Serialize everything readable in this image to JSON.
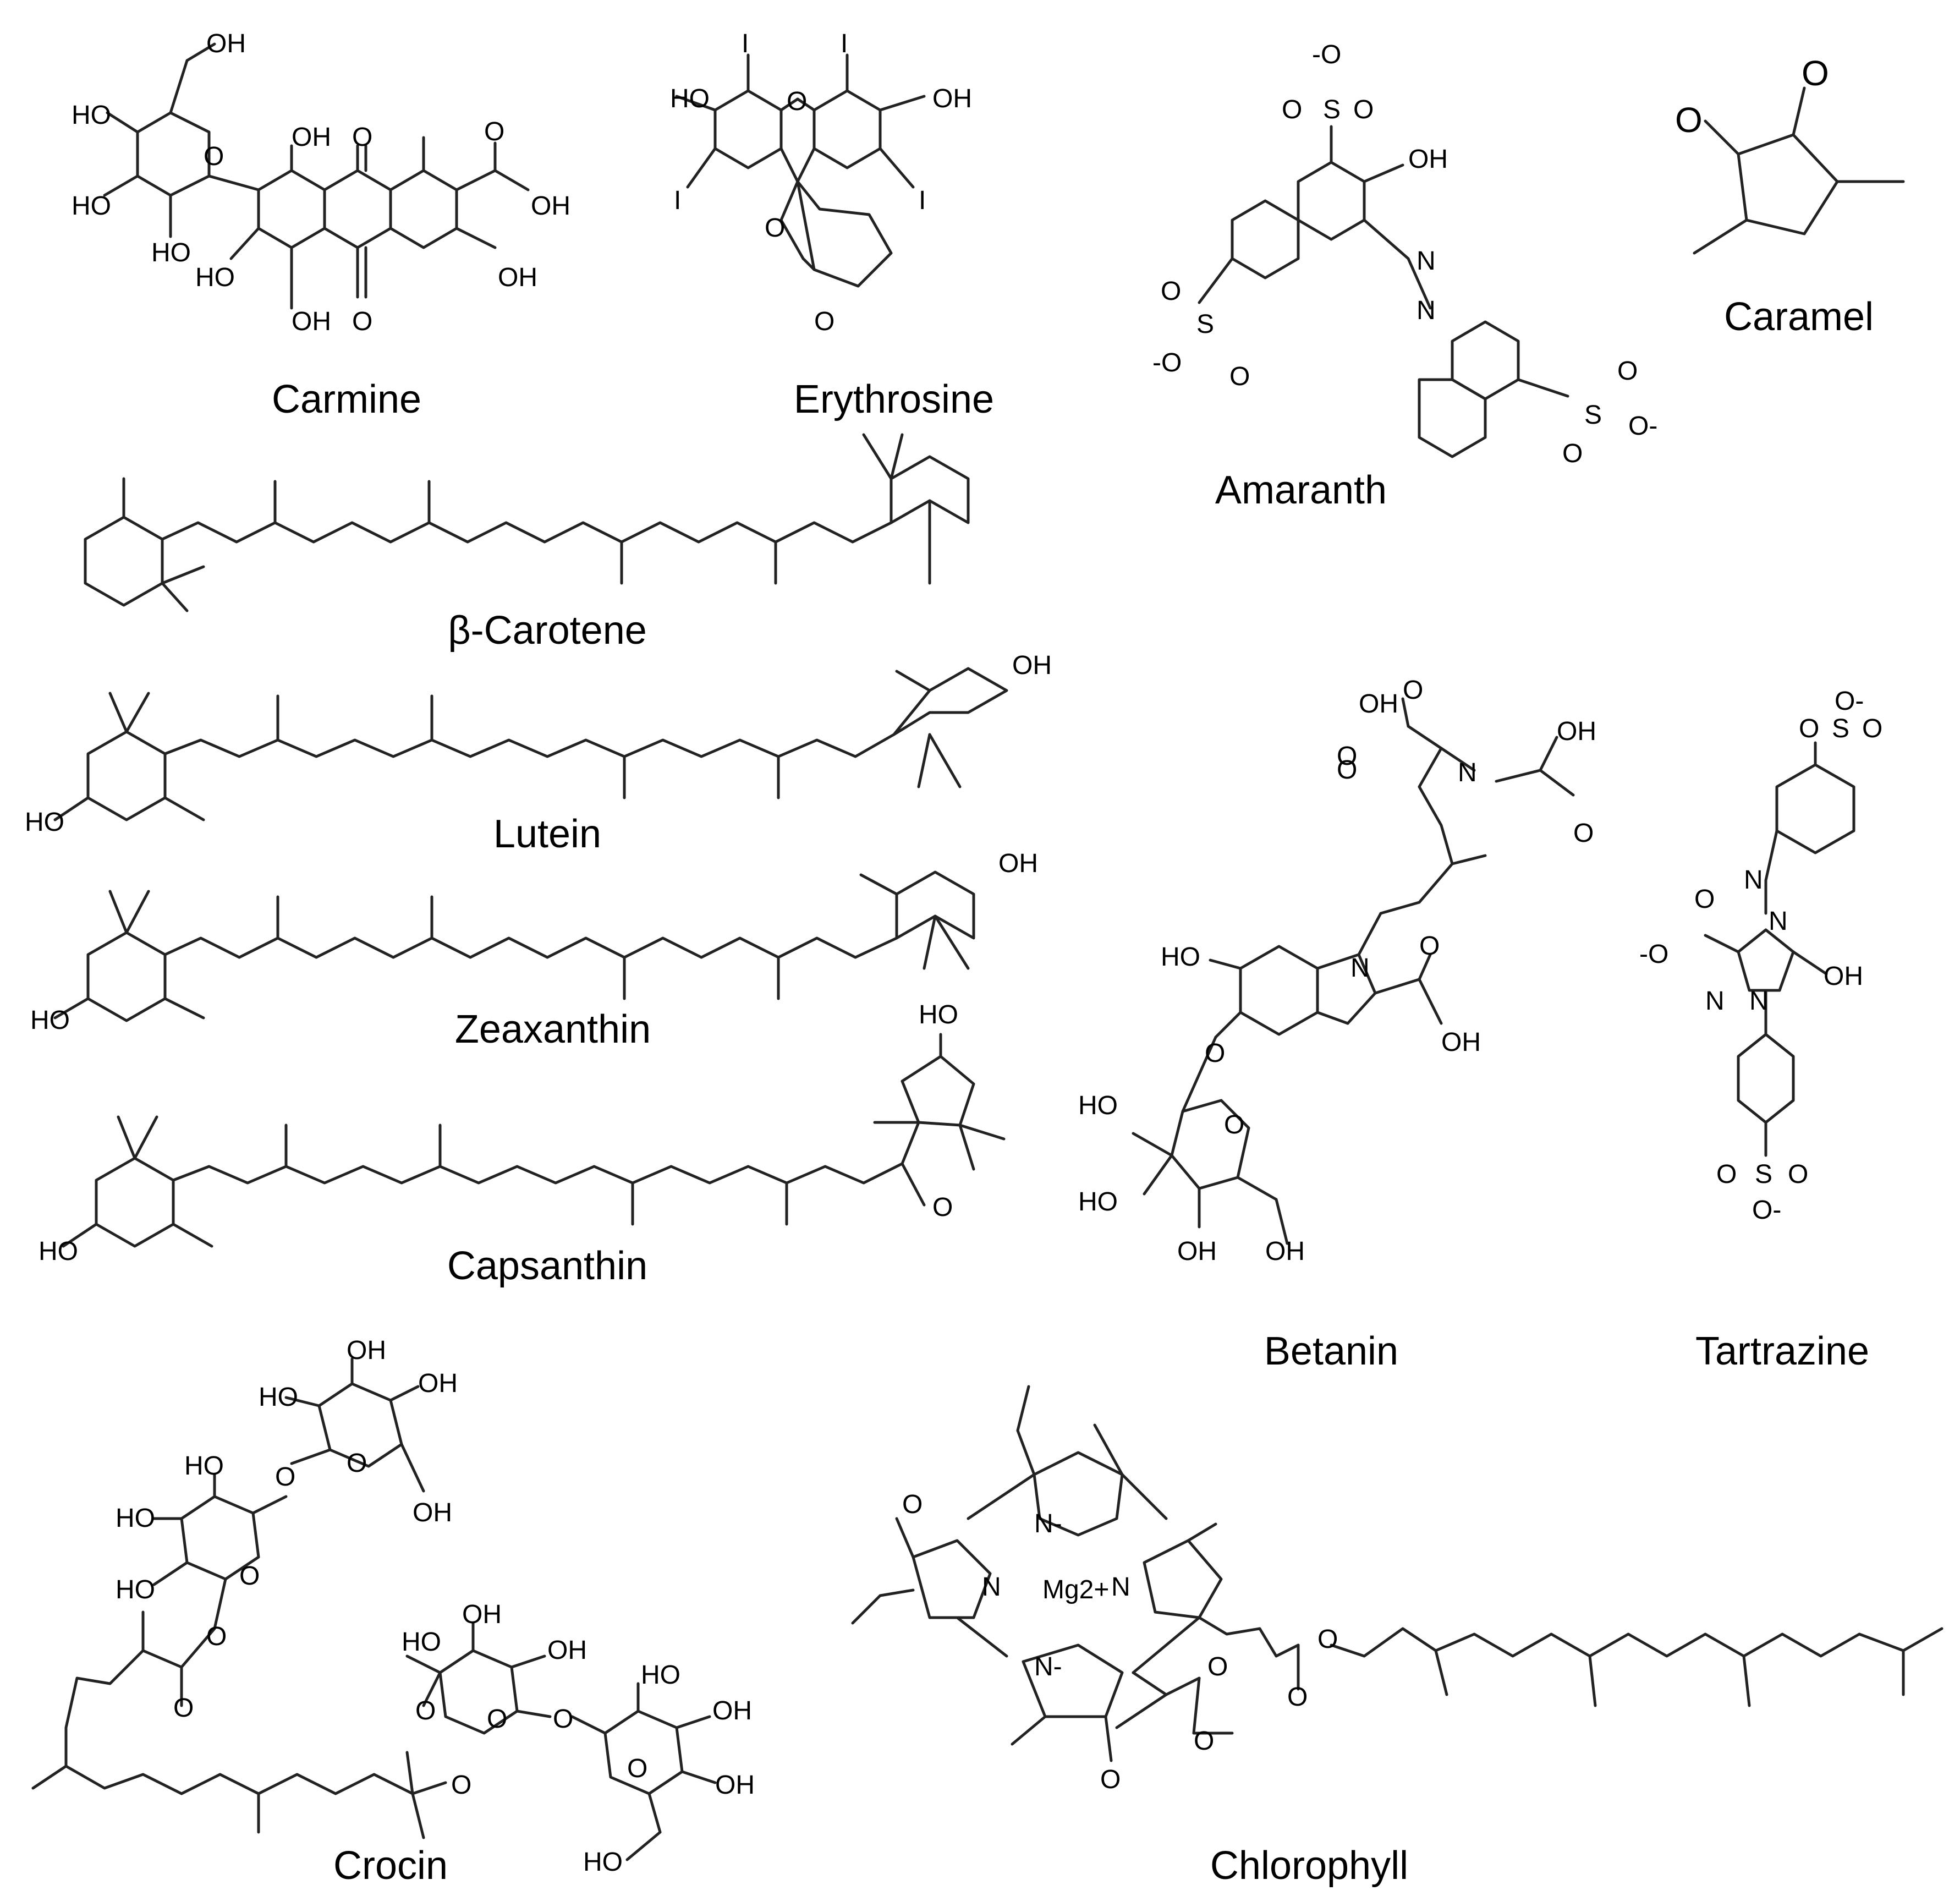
{
  "structures": [
    {
      "id": "carmine",
      "name": "Carmine"
    },
    {
      "id": "erythrosine",
      "name": "Erythrosine"
    },
    {
      "id": "amaranth",
      "name": "Amaranth"
    },
    {
      "id": "caramel",
      "name": "Caramel"
    },
    {
      "id": "beta-carotene",
      "name": "β-Carotene"
    },
    {
      "id": "lutein",
      "name": "Lutein"
    },
    {
      "id": "zeaxanthin",
      "name": "Zeaxanthin"
    },
    {
      "id": "capsanthin",
      "name": "Capsanthin"
    },
    {
      "id": "betanin",
      "name": "Betanin"
    },
    {
      "id": "tartrazine",
      "name": "Tartrazine"
    },
    {
      "id": "crocin",
      "name": "Crocin"
    },
    {
      "id": "chlorophyll",
      "name": "Chlorophyll"
    }
  ],
  "atom_labels": {
    "oh": "OH",
    "ho": "HO",
    "o": "O",
    "i": "I",
    "n": "N",
    "s": "S",
    "n_minus": "N-",
    "o_minus": "-O",
    "metal": "Mg2+"
  }
}
